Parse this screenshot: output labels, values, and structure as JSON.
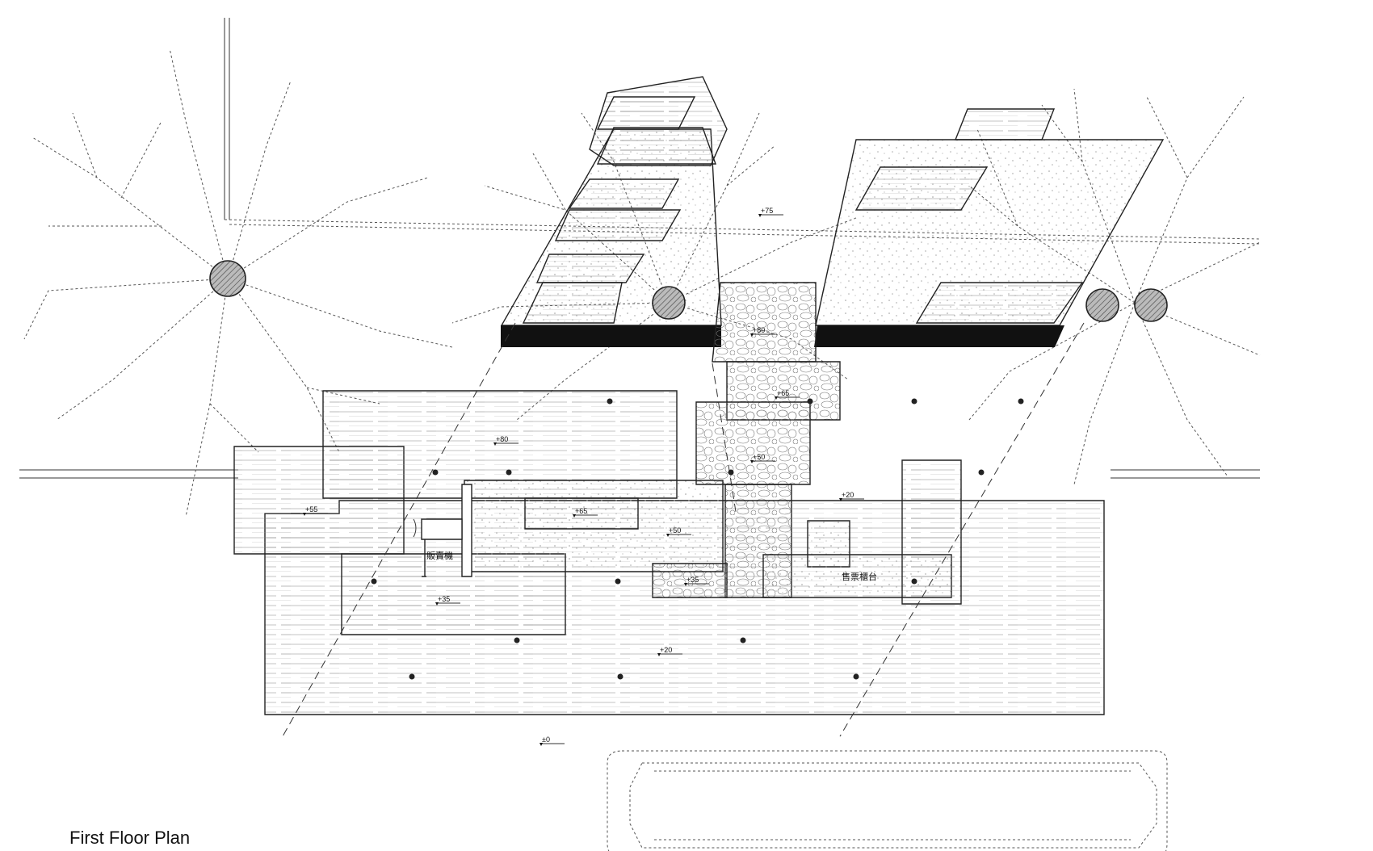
{
  "drawing": {
    "title": "First Floor Plan"
  },
  "levels": [
    {
      "id": "level-p75",
      "label": "+75"
    },
    {
      "id": "level-p80-stone",
      "label": "+80"
    },
    {
      "id": "level-p65-stone",
      "label": "+65"
    },
    {
      "id": "level-p80-deck",
      "label": "+80"
    },
    {
      "id": "level-p50-stone",
      "label": "+50"
    },
    {
      "id": "level-p55",
      "label": "+55"
    },
    {
      "id": "level-p65-deck",
      "label": "+65"
    },
    {
      "id": "level-p20-right",
      "label": "+20"
    },
    {
      "id": "level-p50-deck",
      "label": "+50"
    },
    {
      "id": "level-p35-right",
      "label": "+35"
    },
    {
      "id": "level-p35-left",
      "label": "+35"
    },
    {
      "id": "level-p20-bottom",
      "label": "+20"
    },
    {
      "id": "level-zero",
      "label": "±0"
    }
  ],
  "rooms": {
    "vending": "販賣機",
    "counter": "售票櫃台"
  }
}
